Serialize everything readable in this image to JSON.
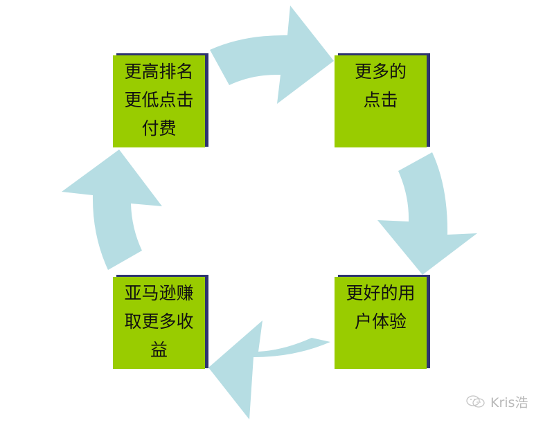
{
  "diagram": {
    "type": "cycle",
    "colors": {
      "box_fill": "#99cc00",
      "box_shadow": "#2e3370",
      "arrow_fill": "#b6dde3",
      "text": "#111111",
      "background": "#ffffff"
    },
    "nodes": [
      {
        "id": "top-left",
        "lines": [
          "更高排名",
          "更低点击",
          "付费"
        ]
      },
      {
        "id": "top-right",
        "lines": [
          "更多的",
          "点击"
        ]
      },
      {
        "id": "bottom-right",
        "lines": [
          "更好的用",
          "户体验"
        ]
      },
      {
        "id": "bottom-left",
        "lines": [
          "亚马逊赚",
          "取更多收",
          "益"
        ]
      }
    ],
    "arrows": [
      {
        "from": "top-left",
        "to": "top-right",
        "direction": "right"
      },
      {
        "from": "top-right",
        "to": "bottom-right",
        "direction": "down"
      },
      {
        "from": "bottom-right",
        "to": "bottom-left",
        "direction": "left"
      },
      {
        "from": "bottom-left",
        "to": "top-left",
        "direction": "up"
      }
    ]
  },
  "watermark": {
    "icon": "wechat-icon",
    "text": "Kris浩"
  }
}
